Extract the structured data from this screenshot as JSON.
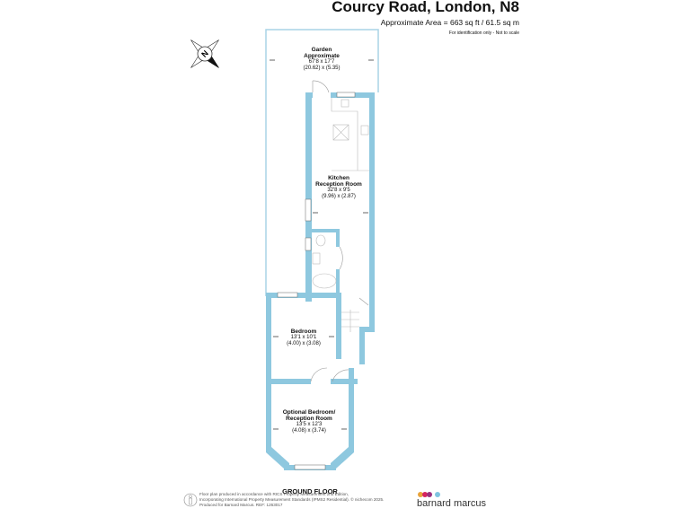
{
  "header": {
    "title": "Courcy Road, London, N8",
    "area": "Approximate Area = 663 sq ft / 61.5 sq m",
    "note": "For identification only - Not to scale"
  },
  "rooms": [
    {
      "name": "Garden",
      "subtitle": "Approximate",
      "imperial": "67'8 x 17'7",
      "metric": "(20.62) x (5.35)"
    },
    {
      "name": "Kitchen",
      "subtitle": "Reception Room",
      "imperial": "32'8 x 9'5",
      "metric": "(9.96) x (2.87)"
    },
    {
      "name": "Bedroom",
      "subtitle": "",
      "imperial": "13'1 x 10'1",
      "metric": "(4.00) x (3.08)"
    },
    {
      "name": "Optional Bedroom/",
      "subtitle": "Reception Room",
      "imperial": "13'5 x 12'3",
      "metric": "(4.08) x (3.74)"
    }
  ],
  "floor_label": "GROUND FLOOR",
  "footer": {
    "line1": "Floor plan produced in accordance with RICS Property Measurement 2nd Edition,",
    "line2": "Incorporating International Property Measurement Standards (IPMS2 Residential).   © nichecom 2025.",
    "line3": "Produced for Barnard Marcus.    REF: 1263017"
  },
  "brand": {
    "name": "barnard marcus",
    "dot_colors": [
      "#e8a33a",
      "#d6245f",
      "#9b2f7d",
      "#7fc4e0"
    ]
  },
  "colors": {
    "wall": "#8ec8df",
    "garden_line": "#a9d4e6"
  },
  "compass": {
    "label": "N"
  }
}
